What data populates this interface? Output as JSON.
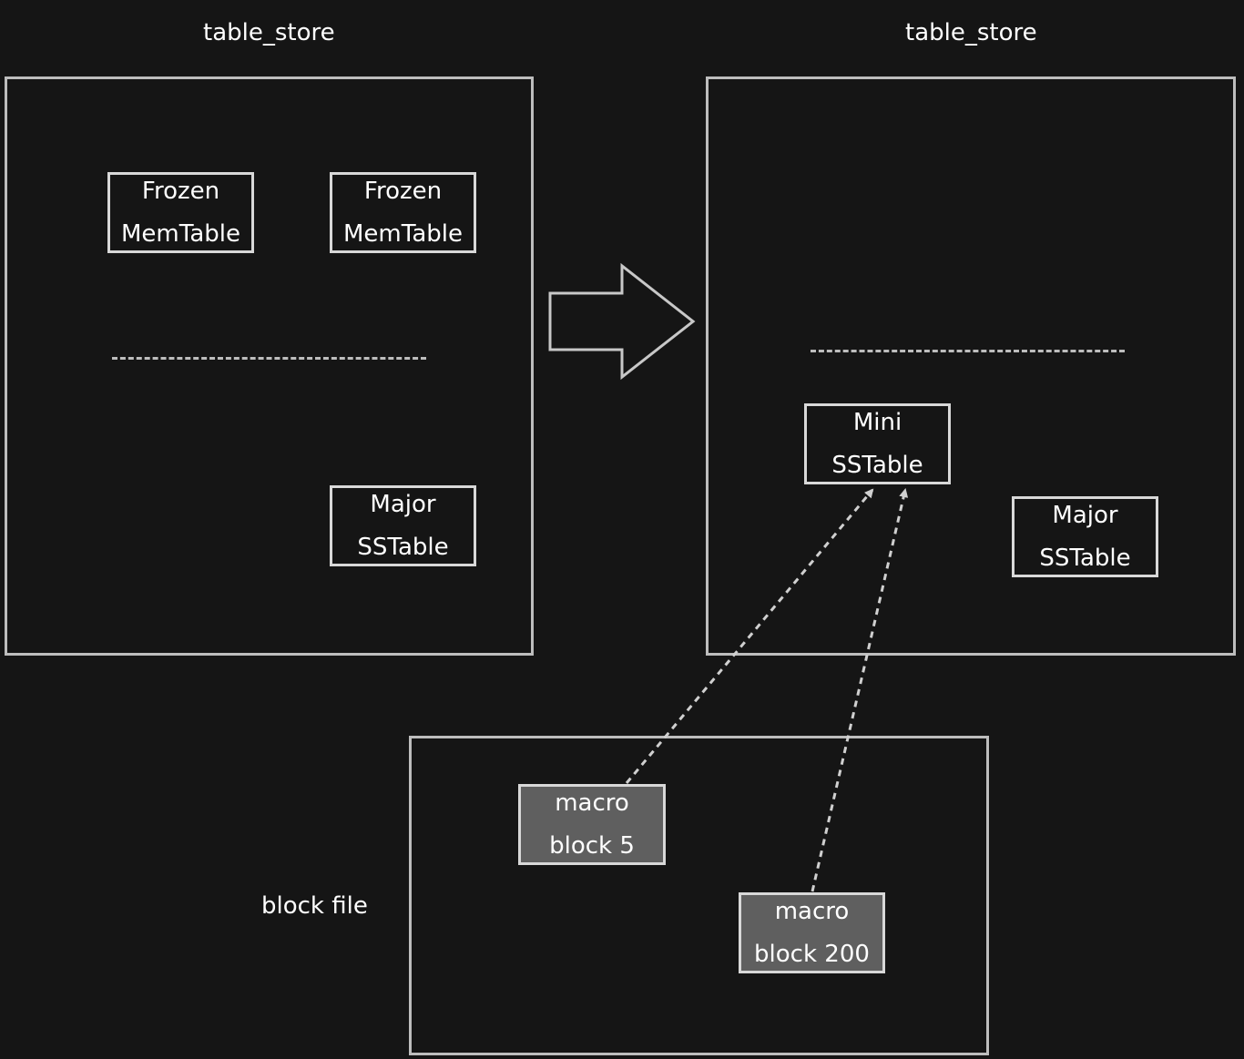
{
  "left_store": {
    "title": "table_store",
    "frozen_1": {
      "line1": "Frozen",
      "line2": "MemTable"
    },
    "frozen_2": {
      "line1": "Frozen",
      "line2": "MemTable"
    },
    "major": {
      "line1": "Major",
      "line2": "SSTable"
    }
  },
  "right_store": {
    "title": "table_store",
    "mini": {
      "line1": "Mini",
      "line2": "SSTable"
    },
    "major": {
      "line1": "Major",
      "line2": "SSTable"
    }
  },
  "block_file": {
    "label": "block file",
    "macro_5": {
      "line1": "macro",
      "line2": "block 5"
    },
    "macro_200": {
      "line1": "macro",
      "line2": "block 200"
    }
  },
  "colors": {
    "background": "#151515",
    "border": "#bdbdbd",
    "filled_block": "#5f5f5f",
    "text": "#ffffff"
  }
}
